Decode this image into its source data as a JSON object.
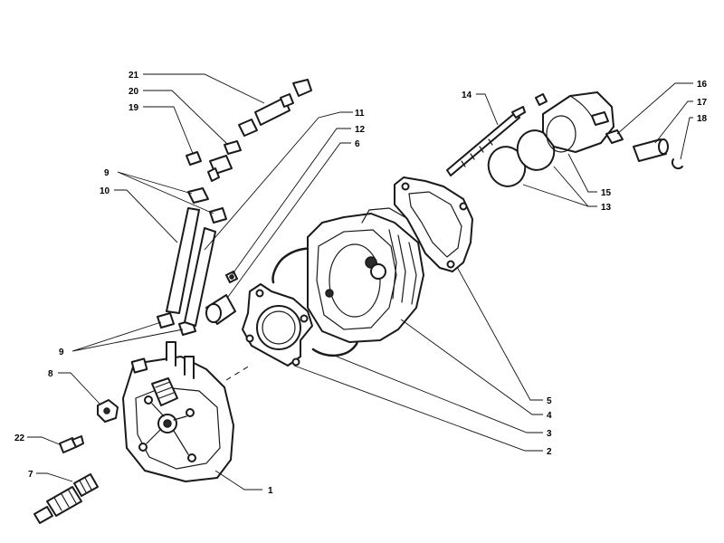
{
  "diagram": {
    "callouts": [
      {
        "id": "c1",
        "label": "1"
      },
      {
        "id": "c2",
        "label": "2"
      },
      {
        "id": "c3",
        "label": "3"
      },
      {
        "id": "c4",
        "label": "4"
      },
      {
        "id": "c5",
        "label": "5"
      },
      {
        "id": "c6",
        "label": "6"
      },
      {
        "id": "c7",
        "label": "7"
      },
      {
        "id": "c8",
        "label": "8"
      },
      {
        "id": "c9a",
        "label": "9"
      },
      {
        "id": "c9b",
        "label": "9"
      },
      {
        "id": "c10",
        "label": "10"
      },
      {
        "id": "c11",
        "label": "11"
      },
      {
        "id": "c12",
        "label": "12"
      },
      {
        "id": "c13",
        "label": "13"
      },
      {
        "id": "c14",
        "label": "14"
      },
      {
        "id": "c15",
        "label": "15"
      },
      {
        "id": "c16",
        "label": "16"
      },
      {
        "id": "c17",
        "label": "17"
      },
      {
        "id": "c18",
        "label": "18"
      },
      {
        "id": "c19",
        "label": "19"
      },
      {
        "id": "c20",
        "label": "20"
      },
      {
        "id": "c21",
        "label": "21"
      },
      {
        "id": "c22",
        "label": "22"
      }
    ]
  }
}
